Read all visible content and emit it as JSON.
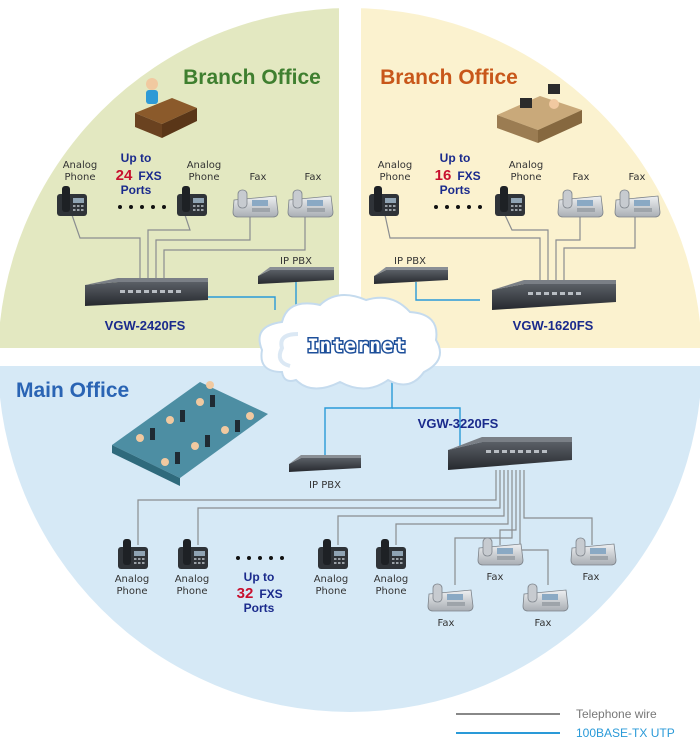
{
  "offices": {
    "branch_left": {
      "title": "Branch Office",
      "color": "#3f7f2f",
      "bg": "#e3e8c1",
      "model": "VGW-2420FS",
      "up_to": "Up to",
      "ports_count": "24",
      "ports_unit": "FXS",
      "ports_word": "Ports"
    },
    "branch_right": {
      "title": "Branch Office",
      "color": "#c8571a",
      "bg": "#fbf2cf",
      "model": "VGW-1620FS",
      "up_to": "Up to",
      "ports_count": "16",
      "ports_unit": "FXS",
      "ports_word": "Ports"
    },
    "main": {
      "title": "Main Office",
      "color": "#2a64b4",
      "bg": "#d6e9f6",
      "model": "VGW-3220FS",
      "up_to": "Up to",
      "ports_count": "32",
      "ports_unit": "FXS",
      "ports_word": "Ports"
    }
  },
  "labels": {
    "analog_phone_1": "Analog",
    "analog_phone_2": "Phone",
    "fax": "Fax",
    "ip_pbx": "IP PBX",
    "internet": "Internet",
    "dots": "• • • • •"
  },
  "legend": {
    "telephone": "Telephone wire",
    "utp": "100BASE-TX UTP",
    "telephone_color": "#888888",
    "utp_color": "#2a9ad8"
  }
}
